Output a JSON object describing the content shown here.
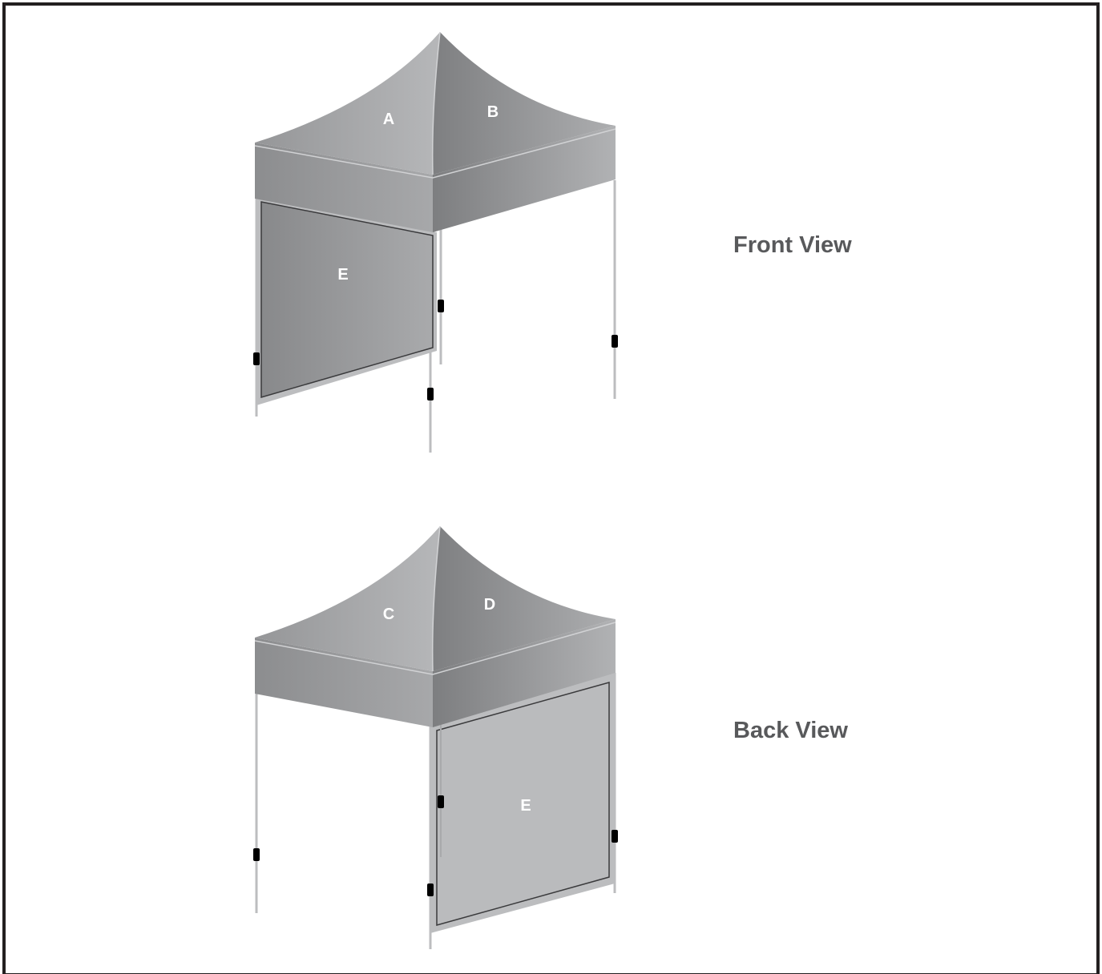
{
  "front": {
    "title": "Front View",
    "panels": {
      "a": "A",
      "b": "B",
      "e": "E"
    }
  },
  "back": {
    "title": "Back View",
    "panels": {
      "c": "C",
      "d": "D",
      "e": "E"
    }
  },
  "colors": {
    "frame": "#231f20",
    "canopy_light": "#b3b4b6",
    "canopy_dark": "#8a8b8d",
    "leg": "#bcbdbf",
    "foot_block": "#000000",
    "view_label": "#58595b",
    "panel_label": "#ffffff"
  }
}
